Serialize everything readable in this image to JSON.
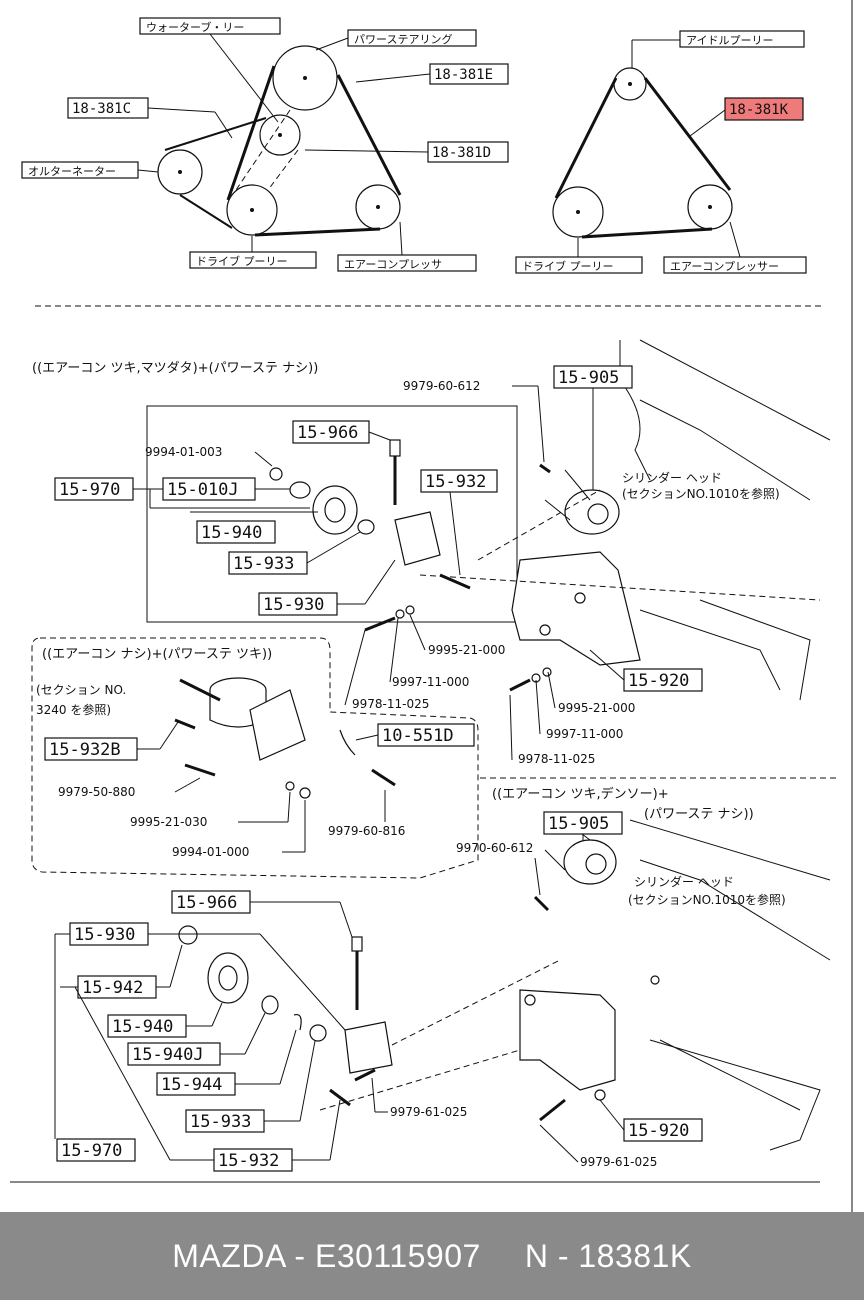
{
  "belt_diagrams": {
    "left": {
      "water_pump": "ウォーターブ・リー",
      "power_steering": "パワーステアリング",
      "alternator": "オルターネーター",
      "drive_pulley": "ドライブ プーリー",
      "air_compressor": "エアーコンプレッサ",
      "code_e": "18-381E",
      "code_c": "18-381C",
      "code_d": "18-381D"
    },
    "right": {
      "idle_pulley": "アイドルプーリー",
      "drive_pulley": "ドライブ プーリー",
      "air_compressor": "エアーコンプレッサー",
      "code_k": "18-381K",
      "highlight_color": "#ee7a7a"
    }
  },
  "section1": {
    "caption": "((エアーコン ツキ,マツダタ)+(パワーステ ナシ))",
    "note_line1": "シリンダー ヘッド",
    "note_line2": "(セクションNO.1010を参照)",
    "parts": {
      "p15905": "15-905",
      "p15966": "15-966",
      "p15970": "15-970",
      "p15010J": "15-010J",
      "p15932": "15-932",
      "p15940": "15-940",
      "p15933": "15-933",
      "p15930": "15-930",
      "p15920": "15-920"
    },
    "numbers": {
      "n1": "9979-60-612",
      "n2": "9994-01-003",
      "n3": "9995-21-000",
      "n4": "9997-11-000",
      "n5": "9978-11-025",
      "n6": "9995-21-000",
      "n7": "9997-11-000",
      "n8": "9978-11-025"
    }
  },
  "section2": {
    "caption": "((エアーコン ナシ)+(パワーステ ツキ))",
    "note_line1": "(セクション NO.",
    "note_line2": "3240 を参照)",
    "parts": {
      "p15932B": "15-932B",
      "p10551D": "10-551D"
    },
    "numbers": {
      "n1": "9979-50-880",
      "n2": "9995-21-030",
      "n3": "9994-01-000",
      "n4": "9979-60-816"
    }
  },
  "section3": {
    "caption_line1": "((エアーコン ツキ,デンソー)+",
    "caption_line2": "(パワーステ ナシ))",
    "note_line1": "シリンダー ヘッド",
    "note_line2": "(セクションNO.1010を参照)",
    "parts": {
      "p15905": "15-905",
      "p15966": "15-966",
      "p15930": "15-930",
      "p15942": "15-942",
      "p15940": "15-940",
      "p15940J": "15-940J",
      "p15944": "15-944",
      "p15933": "15-933",
      "p15970": "15-970",
      "p15932": "15-932",
      "p15920": "15-920"
    },
    "numbers": {
      "n1": "9970-60-612",
      "n2": "9979-61-025",
      "n3": "9979-61-025"
    }
  },
  "footer": {
    "brand_ref": "MAZDA - E30115907",
    "part_ref": "N - 18381K"
  }
}
